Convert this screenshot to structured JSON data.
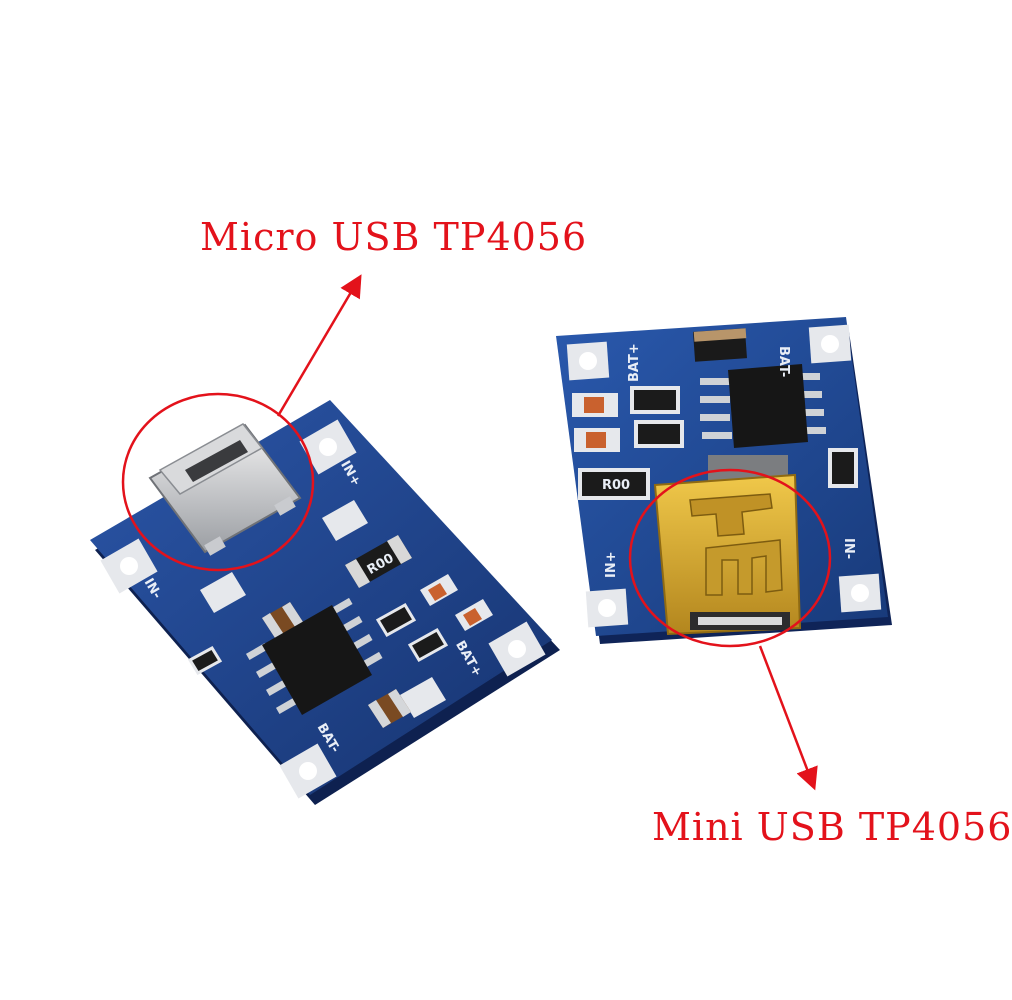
{
  "labels": {
    "micro": "Micro USB TP4056",
    "mini": "Mini USB TP4056"
  },
  "board_left_silkscreen": {
    "in_plus": "IN+",
    "in_minus": "IN-",
    "bat_plus": "BAT+",
    "bat_minus": "BAT-",
    "resistor": "R00"
  },
  "board_right_silkscreen": {
    "in_plus": "IN+",
    "in_minus": "IN-",
    "bat_plus": "BAT+",
    "bat_minus": "BAT-",
    "resistor": "R00"
  },
  "colors": {
    "annotation": "#e3121b",
    "pcb": "#1d3f86",
    "pad": "#e6e8ec",
    "connector_gold": "#d2a72c",
    "chip": "#161616"
  }
}
